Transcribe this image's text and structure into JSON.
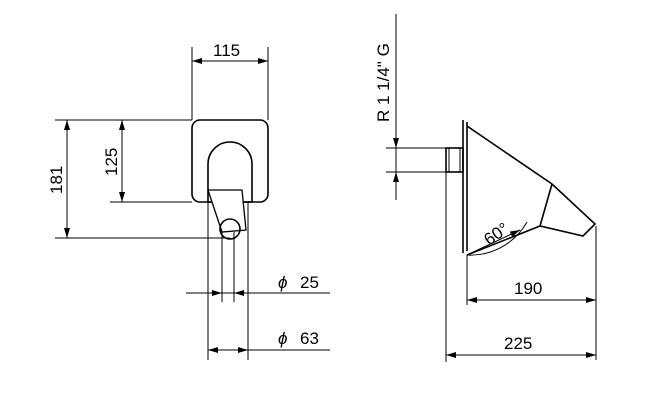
{
  "drawing": {
    "front_view": {
      "dim_width": "115",
      "dim_height_total": "181",
      "dim_height_plate": "125",
      "dim_outlet_diameter": "25",
      "dim_spout_diameter": "63",
      "diameter_symbol": "ϕ"
    },
    "side_view": {
      "thread_spec": "R 1 1/4\" G",
      "angle": "60°",
      "dim_projection_outlet": "190",
      "dim_projection_total": "225"
    }
  }
}
